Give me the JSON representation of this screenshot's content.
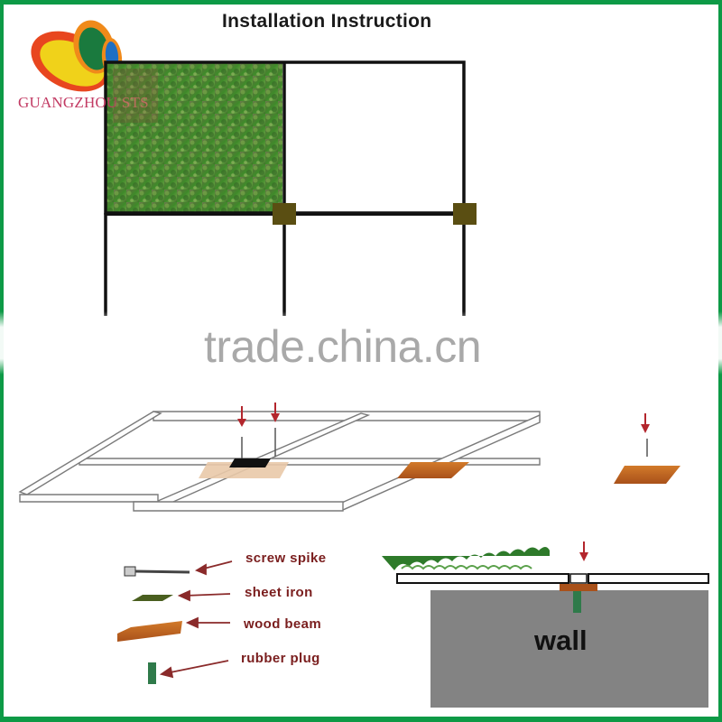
{
  "header": {
    "title": "Installation Instruction"
  },
  "logo": {
    "brand_text": "GUANGZHOU",
    "brand_suffix": "STS",
    "colors": [
      "#e8461f",
      "#f5c10f",
      "#1a7a3e",
      "#1f6fc4"
    ]
  },
  "watermark": {
    "text": "trade.china.cn"
  },
  "top_diagram": {
    "description": "Front view: metal frame grid with one panel filled with green plant wall, bracket squares at joints",
    "bracket_color": "#5a4e12",
    "frame_color": "#111111"
  },
  "middle_diagram": {
    "description": "Perspective view of frame rails with screw spikes driven through sheet iron into wood beams",
    "arrow_color": "#b3262d",
    "wood_color": "#c8661c"
  },
  "legend": {
    "items": [
      {
        "label": "screw spike",
        "icon": "screw-spike-icon"
      },
      {
        "label": "sheet iron",
        "icon": "sheet-iron-icon"
      },
      {
        "label": "wood beam",
        "icon": "wood-beam-icon"
      },
      {
        "label": "rubber plug",
        "icon": "rubber-plug-icon"
      }
    ]
  },
  "section_diagram": {
    "wall_label": "wall",
    "wall_color": "#838383",
    "plug_color": "#2f7a4a"
  },
  "colors": {
    "border": "#0d9a46",
    "legend_text": "#7a1e1e",
    "watermark": "#a9a9a9"
  }
}
